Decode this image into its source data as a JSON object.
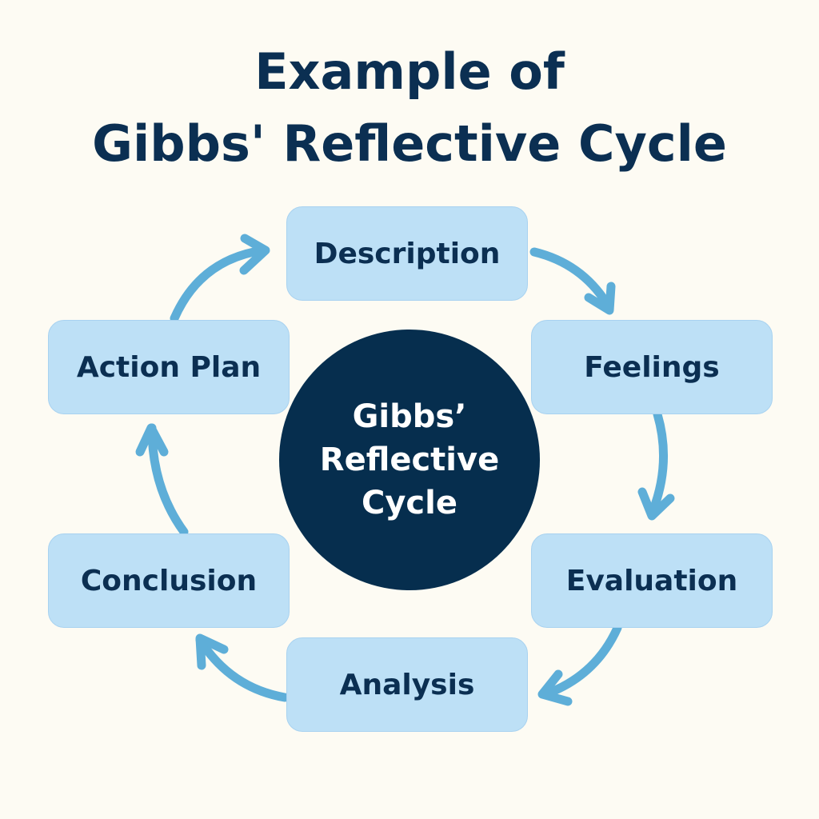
{
  "title": {
    "line1": "Example of",
    "line2": "Gibbs' Reflective Cycle"
  },
  "center": {
    "line1": "Gibbs’",
    "line2": "Reflective",
    "line3": "Cycle"
  },
  "stages": [
    {
      "label": "Description"
    },
    {
      "label": "Feelings"
    },
    {
      "label": "Evaluation"
    },
    {
      "label": "Analysis"
    },
    {
      "label": "Conclusion"
    },
    {
      "label": "Action Plan"
    }
  ],
  "colors": {
    "background": "#fdfbf3",
    "title": "#0b2f52",
    "box_fill": "#bde0f6",
    "arrow": "#5eaed8",
    "center_fill": "#062e4e"
  }
}
